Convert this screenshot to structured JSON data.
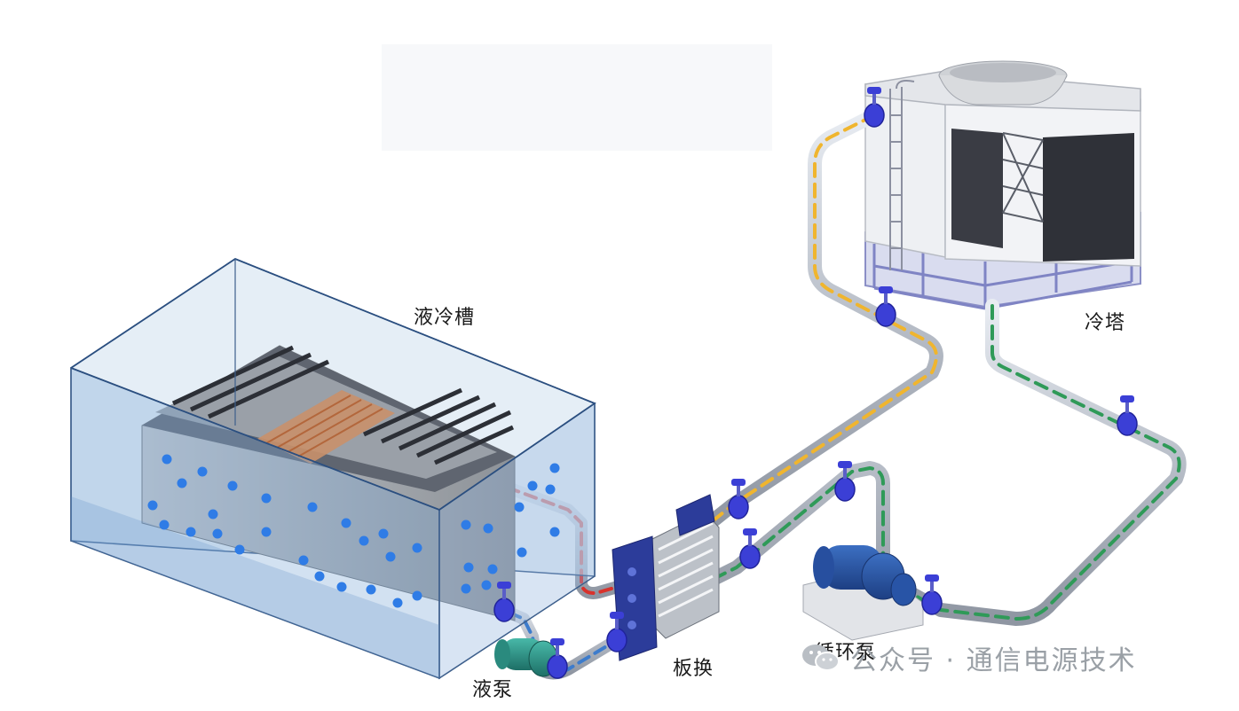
{
  "labels": {
    "tank": "液冷槽",
    "tower": "冷塔",
    "plate_exchanger": "板换",
    "circulation_pump": "循环泵",
    "liquid_pump": "液泵"
  },
  "watermark": {
    "icon": "wechat-icon",
    "text": "公众号 · 通信电源技术"
  },
  "colors": {
    "hot_loop": "#d8322c",
    "coolant_loop": "#3d7ccc",
    "tower_supply": "#f0b52e",
    "tower_return": "#2f9a58",
    "valve": "#3b3fd6",
    "bubble": "#2f7ce6"
  }
}
